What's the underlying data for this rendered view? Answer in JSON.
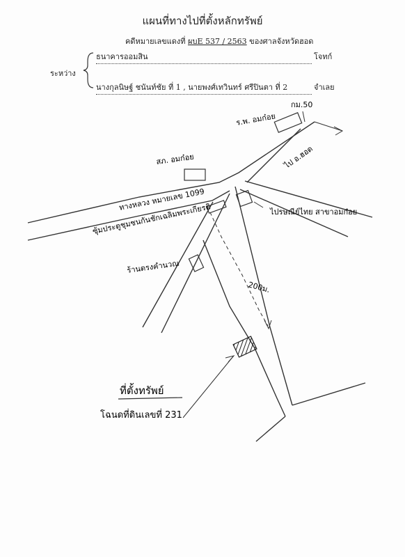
{
  "header": {
    "title": "แผนที่ทางไปที่ตั้งหลักทรัพย์",
    "case_prefix": "คดีหมายเลขแดงที่",
    "case_number": "ผบE 537 / 2563",
    "court": "ของศาลจังหวัดฮอด",
    "between_label": "ระหว่าง",
    "plaintiff": "ธนาคารออมสิน",
    "plaintiff_role": "โจทก์",
    "defendants": "นางกุลนิษฐ์ ชนันท์ชัย ที่ 1 , นายพงศ์เทวินทร์ ศรีปินตา ที่ 2",
    "defendant_role": "จำเลย"
  },
  "map_labels": {
    "km_post": "กม.50",
    "hospital": "ร.พ. อมก๋อย",
    "to_hot": "ไป อ.ฮอด",
    "police": "สภ. อมก๋อย",
    "highway": "ทางหลวง หมายเลข 1099",
    "alley": "ซุ้มประตูชุมชนกันชักเฉลิมพระเกียรติ",
    "post_office": "ไปรษณีย์ไทย สาขาอมก๋อย",
    "shop": "ร้านตรงคำนวณ",
    "distance": "200ม.",
    "property_line1": "ที่ตั้งทรัพย์",
    "property_line2": "โฉนดที่ดินเลขที่ 231"
  }
}
